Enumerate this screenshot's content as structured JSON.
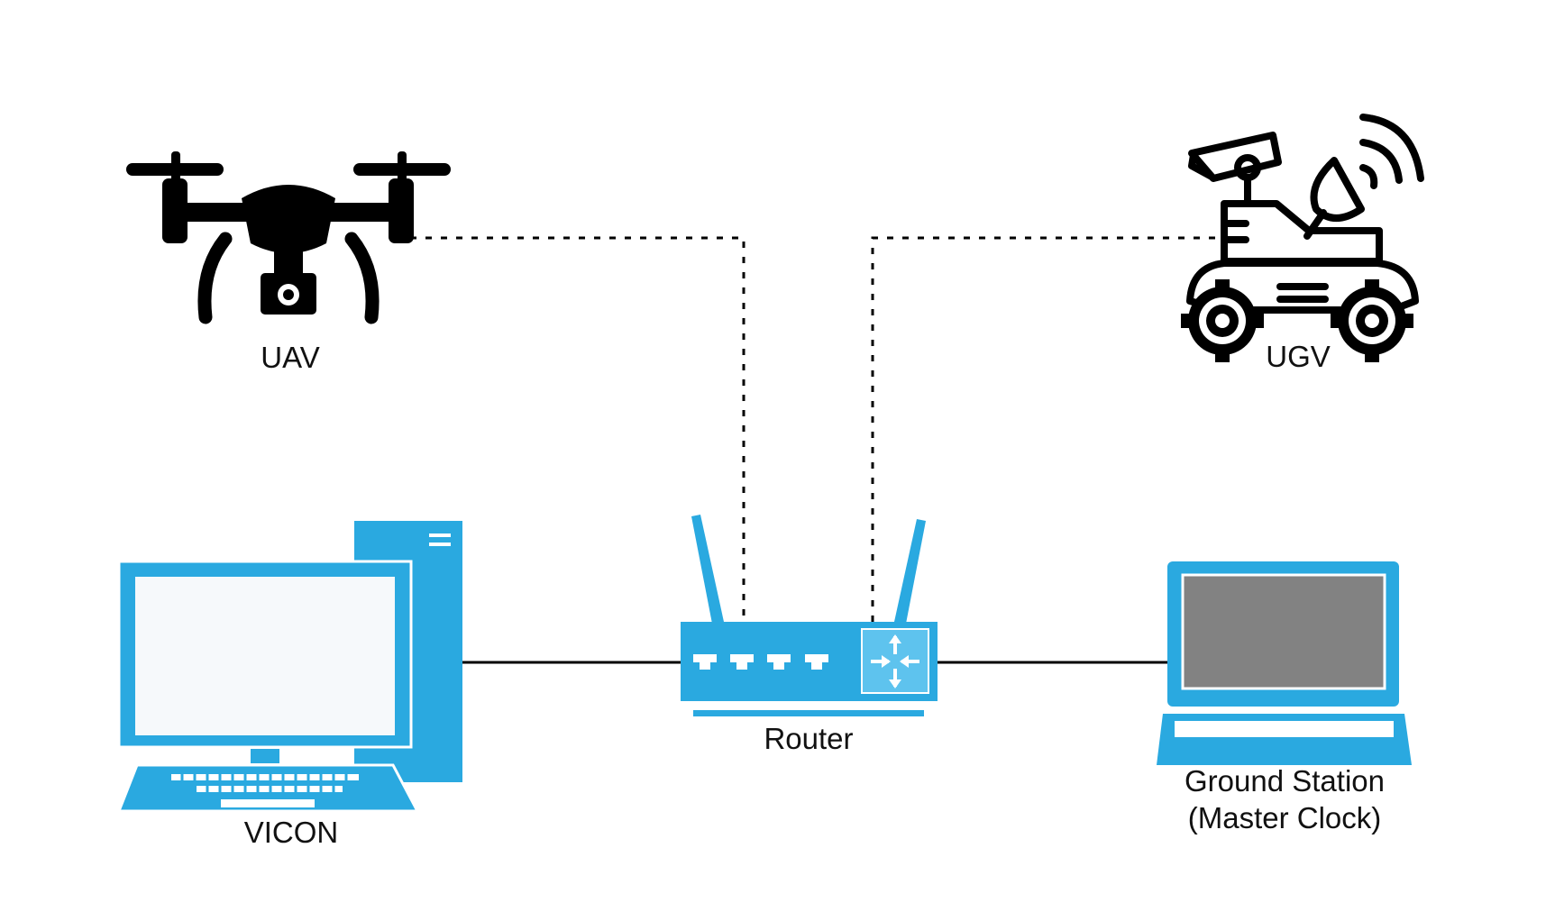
{
  "colors": {
    "device_blue": "#2aa9e0",
    "icon_black": "#000000",
    "screen_light": "#f6f9fb",
    "screen_gray": "#828282",
    "link_line": "#000000"
  },
  "nodes": {
    "uav": {
      "label": "UAV",
      "icon": "drone-icon"
    },
    "ugv": {
      "label": "UGV",
      "icon": "rover-icon"
    },
    "vicon": {
      "label": "VICON",
      "icon": "desktop-computer-icon"
    },
    "router": {
      "label": "Router",
      "icon": "router-icon"
    },
    "ground_station": {
      "label_line1": "Ground Station",
      "label_line2": "(Master Clock)",
      "icon": "laptop-icon"
    }
  },
  "links": [
    {
      "from": "uav",
      "to": "router",
      "style": "wireless-dotted"
    },
    {
      "from": "ugv",
      "to": "router",
      "style": "wireless-dotted"
    },
    {
      "from": "vicon",
      "to": "router",
      "style": "wired-solid"
    },
    {
      "from": "router",
      "to": "ground_station",
      "style": "wired-solid"
    }
  ]
}
